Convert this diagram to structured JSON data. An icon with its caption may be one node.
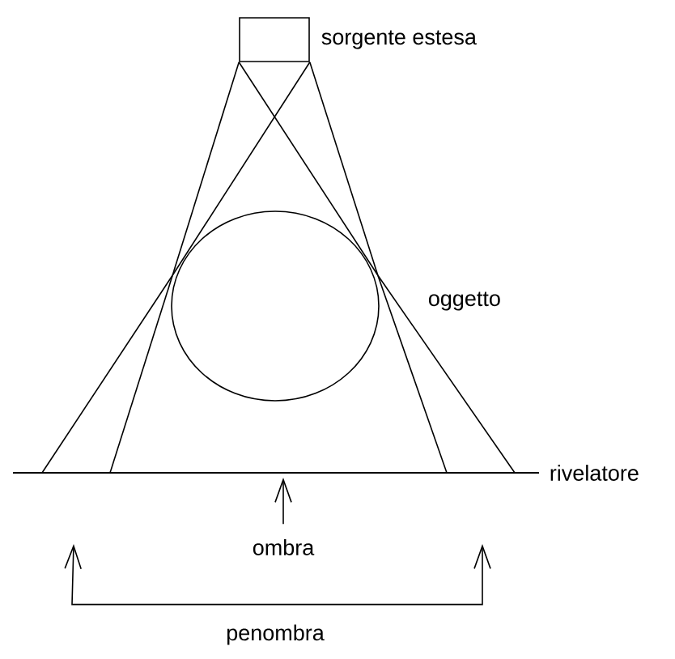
{
  "diagram": {
    "nodes": [
      {
        "text": [],
        "shape": "box",
        "beside": [
          "sorgente estesa"
        ]
      },
      {
        "text": [],
        "shape": "ellipse",
        "beside": [
          "oggetto"
        ]
      },
      {
        "text": [],
        "shape": "line",
        "beside": [
          "rivelatore"
        ]
      },
      {
        "text": [
          "ombra"
        ]
      },
      {
        "text": [
          "penombra"
        ]
      }
    ],
    "edges": [
      {
        "from": 0,
        "to": 1,
        "arrow": "none"
      },
      {
        "from": 0,
        "to": 1,
        "arrow": "none"
      },
      {
        "from": 0,
        "to": 1,
        "arrow": "none"
      },
      {
        "from": 0,
        "to": 1,
        "arrow": "none"
      },
      {
        "from": 1,
        "to": 2,
        "arrow": "none"
      },
      {
        "from": 1,
        "to": 2,
        "arrow": "none"
      },
      {
        "from": 1,
        "to": 2,
        "arrow": "none"
      },
      {
        "from": 1,
        "to": 2,
        "arrow": "none"
      },
      {
        "from": 3,
        "to": 2,
        "arrow": "to"
      },
      {
        "from": 4,
        "to": 2,
        "arrow": "to"
      },
      {
        "from": 4,
        "to": 2,
        "arrow": "to"
      }
    ]
  }
}
